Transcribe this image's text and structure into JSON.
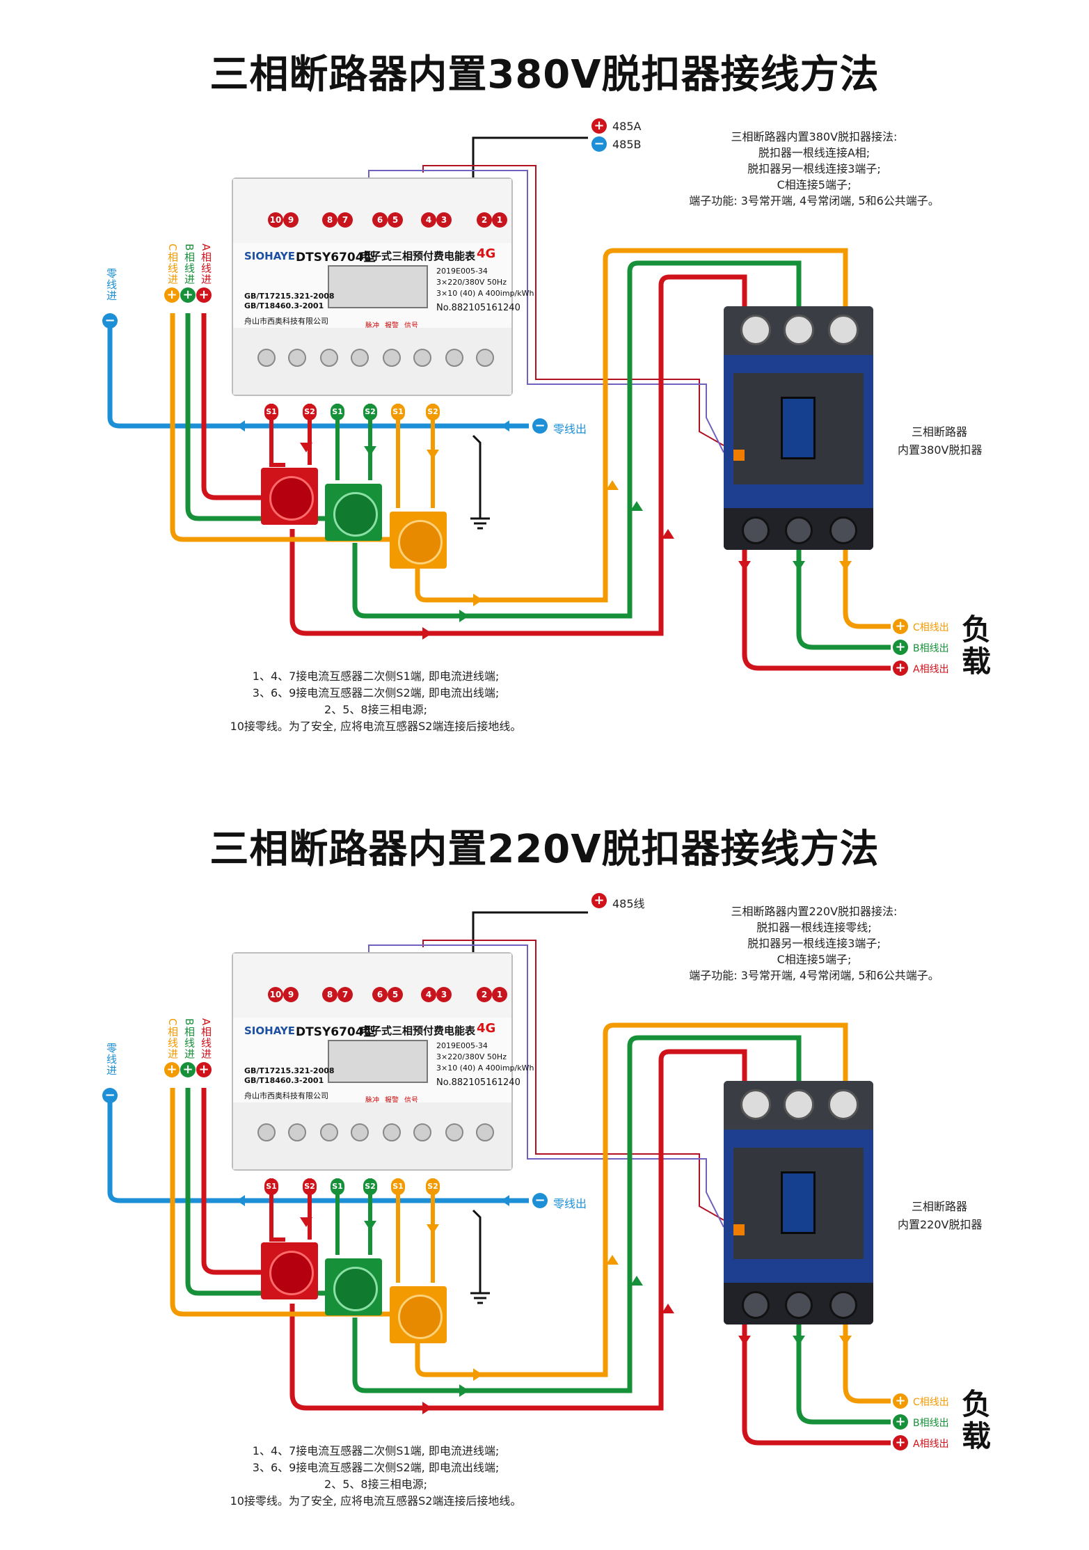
{
  "panels": [
    {
      "title": "三相断路器内置380V脱扣器接线方法",
      "notes": [
        "三相断路器内置380V脱扣器接法:",
        "脱扣器一根线连接A相;",
        "脱扣器另一根线连接3端子;",
        "C相连接5端子;",
        "端子功能: 3号常开端, 4号常闭端, 5和6公共端子。"
      ],
      "comm": [
        "485A",
        "485B"
      ],
      "breaker_label": [
        "三相断路器",
        "内置380V脱扣器"
      ]
    },
    {
      "title": "三相断路器内置220V脱扣器接线方法",
      "notes": [
        "三相断路器内置220V脱扣器接法:",
        "脱扣器一根线连接零线;",
        "脱扣器另一根线连接3端子;",
        "C相连接5端子;",
        "端子功能: 3号常开端, 4号常闭端, 5和6公共端子。"
      ],
      "comm": [
        "485线"
      ],
      "breaker_label": [
        "三相断路器",
        "内置220V脱扣器"
      ]
    }
  ],
  "common": {
    "meter": {
      "brand": "SIOHAYE",
      "model": "DTSY6704型",
      "name": "电子式三相预付费电能表",
      "network": "4G",
      "cert": "2019E005-34",
      "voltage": "3×220/380V  50Hz",
      "current": "3×10 (40) A 400imp/kWh",
      "std1": "GB/T17215.321-2008",
      "std2": "GB/T18460.3-2001",
      "company": "舟山市西奥科技有限公司",
      "serial": "No.882105161240",
      "indicators": [
        "脉冲",
        "报警",
        "信号"
      ],
      "terminals": [
        "10",
        "9",
        "8",
        "7",
        "6",
        "5",
        "4",
        "3",
        "2",
        "1"
      ]
    },
    "sensor_labels": [
      "S1",
      "S2",
      "S1",
      "S2",
      "S1",
      "S2"
    ],
    "neutral_in": "零线进",
    "neutral_out": "零线出",
    "phase_in": [
      "C相线进",
      "B相线进",
      "A相线进"
    ],
    "phase_out": [
      "C相线出",
      "B相线出",
      "A相线出"
    ],
    "load": "负载",
    "bottom_notes": [
      "1、4、7接电流互感器二次侧S1端, 即电流进线端;",
      "3、6、9接电流互感器二次侧S2端, 即电流出线端;",
      "2、5、8接三相电源;",
      "10接零线。为了安全, 应将电流互感器S2端连接后接地线。"
    ],
    "colors": {
      "A": "#d0121b",
      "B": "#16913a",
      "C": "#f39a00",
      "N": "#1c8fd6",
      "ctrl": "#b01020",
      "comm": "#6a5acd"
    }
  }
}
